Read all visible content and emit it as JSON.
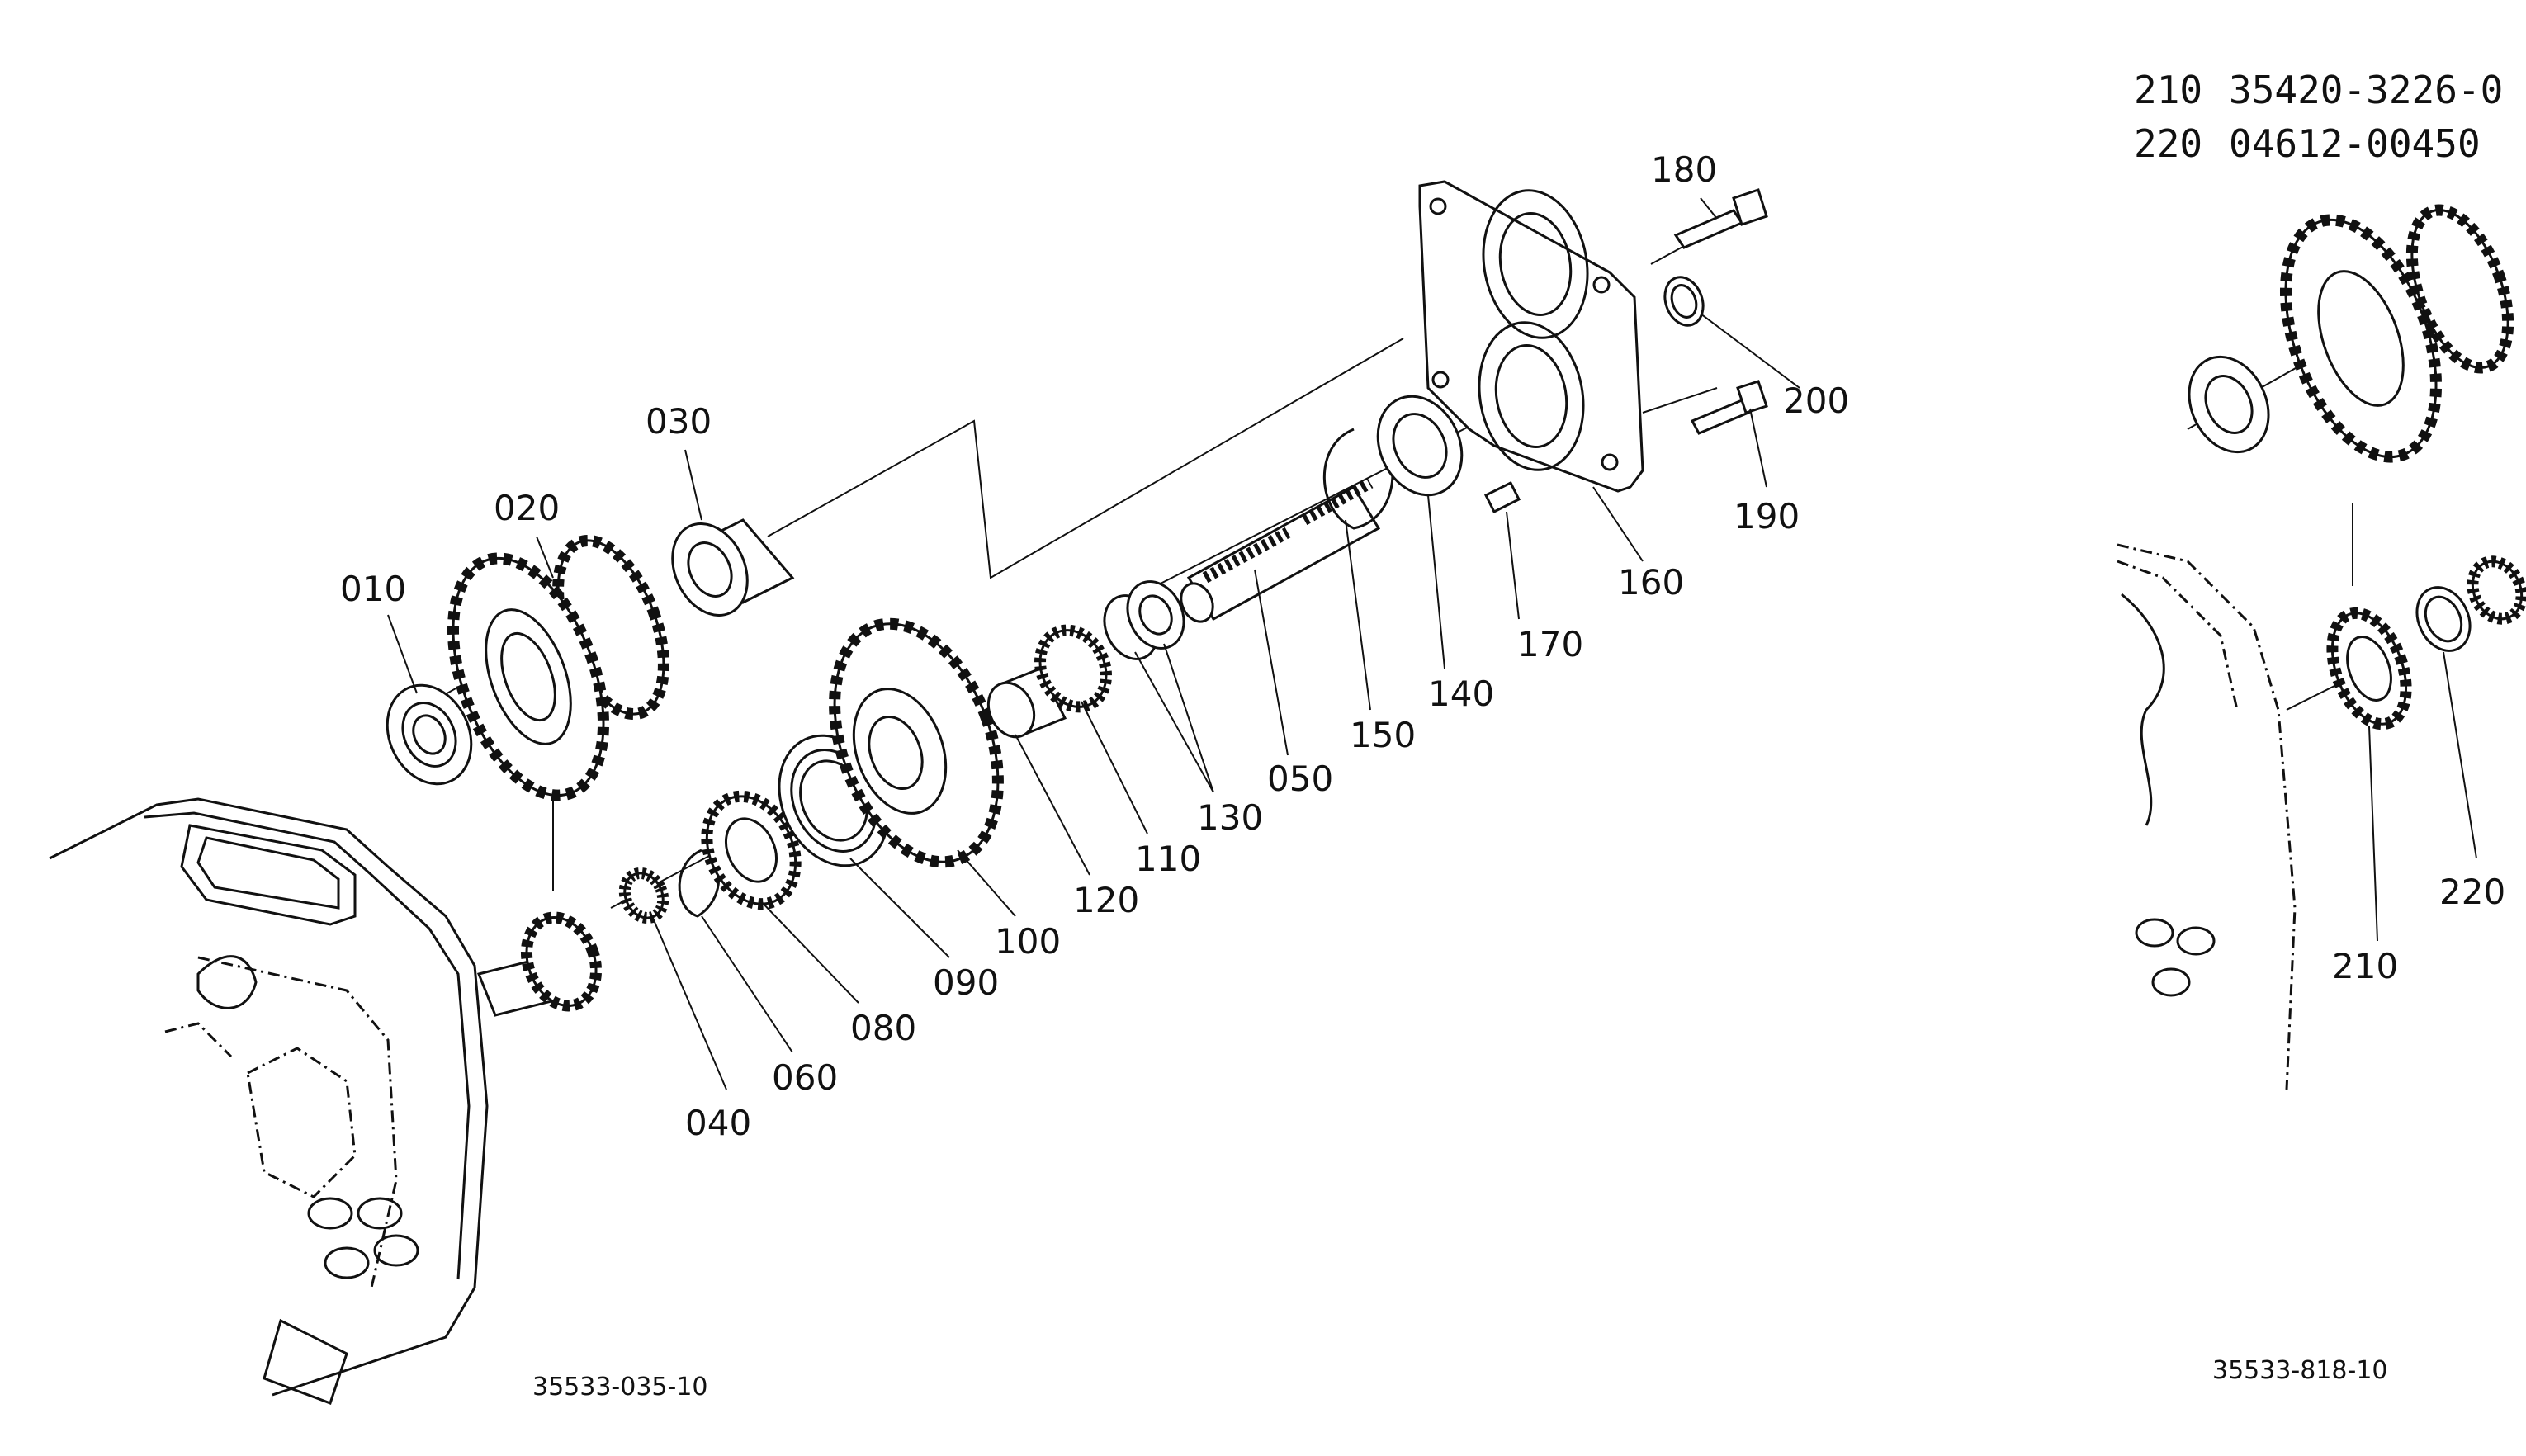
{
  "parts": {
    "p010": "010",
    "p020": "020",
    "p030": "030",
    "p040": "040",
    "p050": "050",
    "p060": "060",
    "p080": "080",
    "p090": "090",
    "p100": "100",
    "p110": "110",
    "p120": "120",
    "p130": "130",
    "p140": "140",
    "p150": "150",
    "p160": "160",
    "p170": "170",
    "p180": "180",
    "p190": "190",
    "p200": "200",
    "p210": "210",
    "p220": "220"
  },
  "part_numbers": [
    {
      "ref": "210",
      "number": "35420-3226-0"
    },
    {
      "ref": "220",
      "number": "04612-00450"
    }
  ],
  "drawing_refs": {
    "left": "35533-035-10",
    "right": "35533-818-10"
  }
}
